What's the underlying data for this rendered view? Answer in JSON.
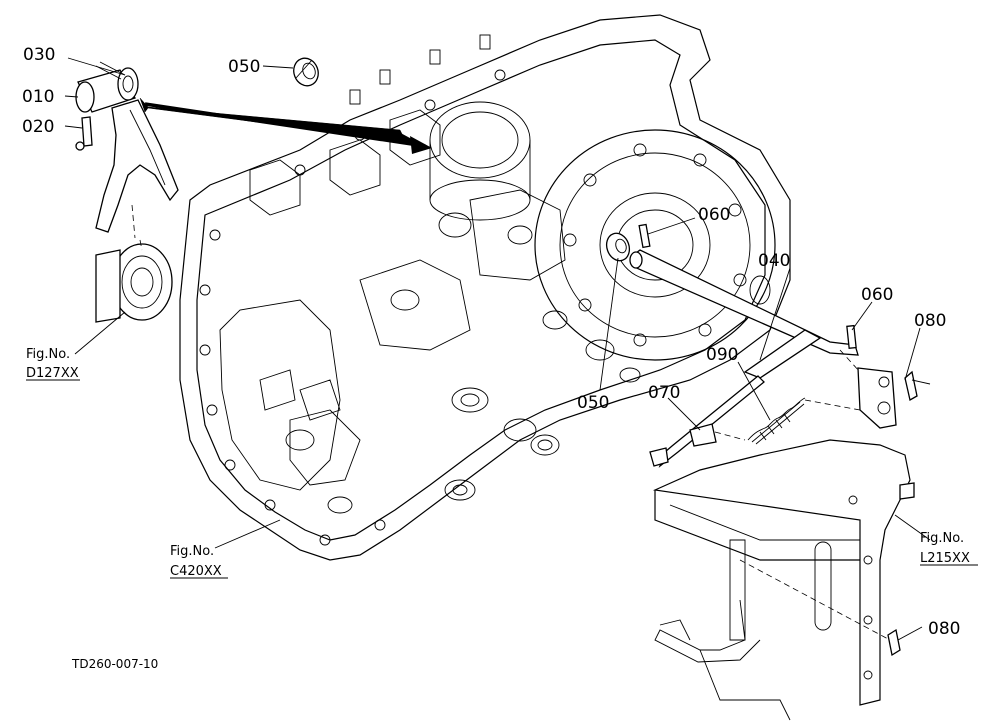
{
  "callouts": {
    "c010": "010",
    "c020": "020",
    "c030": "030",
    "c040": "040",
    "c050_top": "050",
    "c050_mid": "050",
    "c060_upper": "060",
    "c060_lower": "060",
    "c070": "070",
    "c080_upper": "080",
    "c080_lower": "080",
    "c090": "090"
  },
  "figure_refs": {
    "d127": {
      "label": "Fig.No.",
      "number": "D127XX"
    },
    "c420": {
      "label": "Fig.No.",
      "number": "C420XX"
    },
    "l215": {
      "label": "Fig.No.",
      "number": "L215XX"
    }
  },
  "drawing_code": "TD260-007-10"
}
